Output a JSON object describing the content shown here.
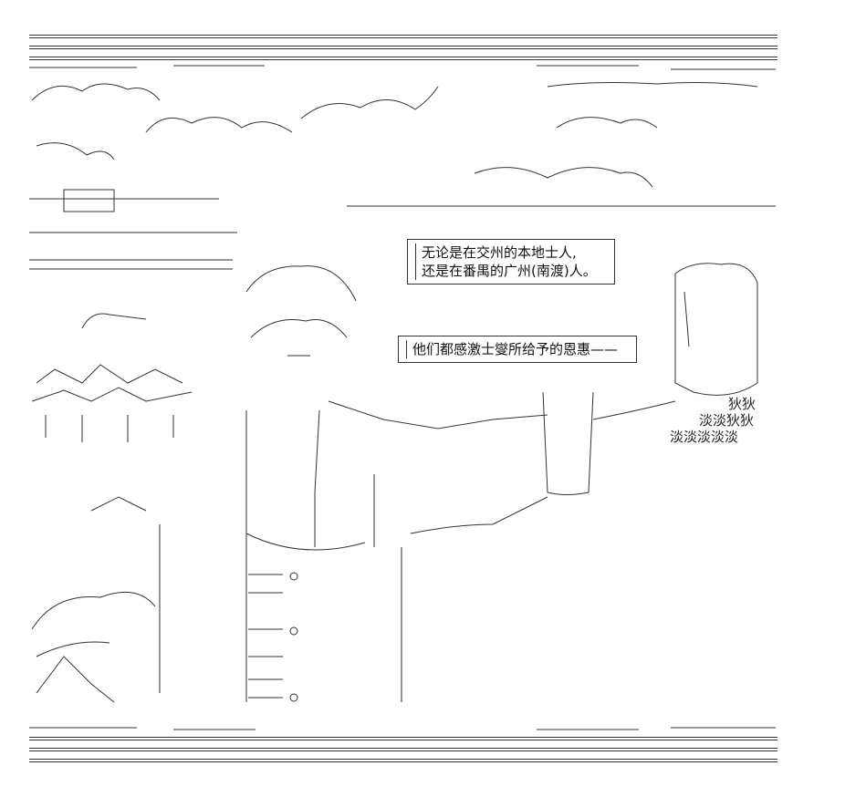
{
  "dialogue": {
    "line1": "无论是在交州的本地士人,",
    "line2": "还是在番禺的广州(南渡)人。",
    "line3": "他们都感激士燮所给予的恩惠——"
  },
  "sound_effects": {
    "sfx1": "狄狄",
    "sfx2": "淡淡狄狄",
    "sfx3": "淡淡淡淡淡"
  }
}
